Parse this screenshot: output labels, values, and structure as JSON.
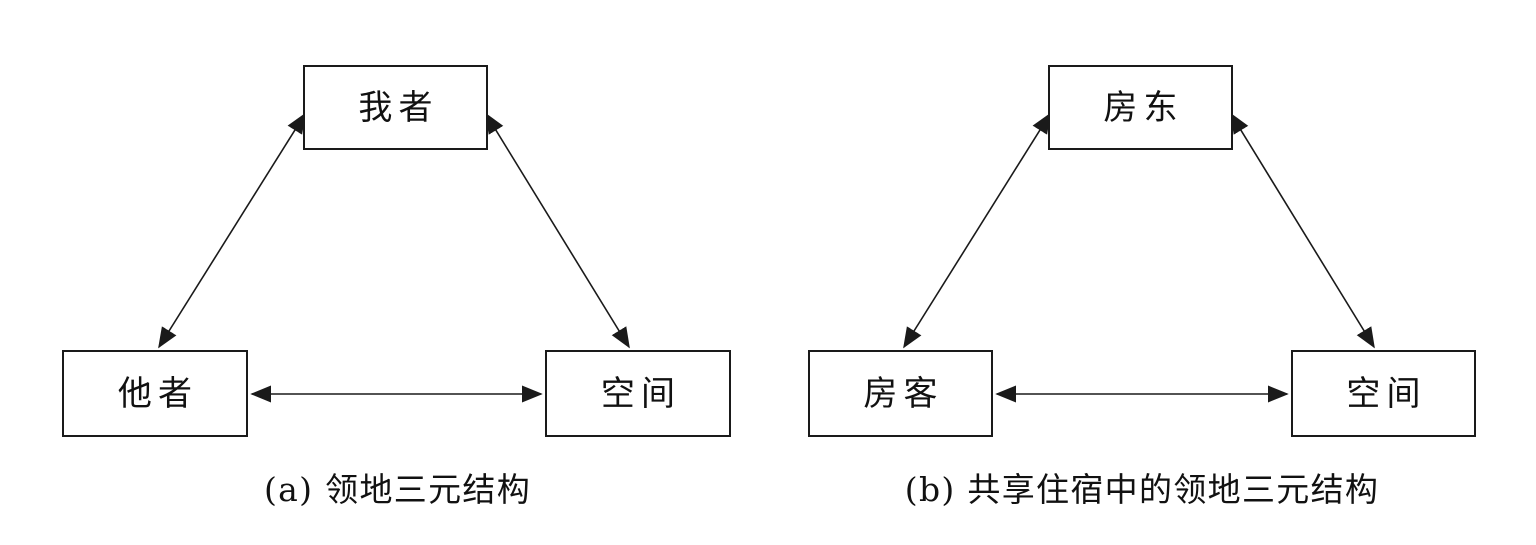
{
  "figure": {
    "background": "#ffffff",
    "line_color": "#1a1a1a",
    "text_color": "#111111"
  },
  "diagrams": [
    {
      "id": "a",
      "caption": "(a) 领地三元结构",
      "nodes": {
        "top": {
          "label": "我者"
        },
        "bottom_left": {
          "label": "他者"
        },
        "bottom_right": {
          "label": "空间"
        }
      },
      "edges": [
        {
          "from": "top",
          "to": "bottom_left",
          "type": "double-arrow"
        },
        {
          "from": "top",
          "to": "bottom_right",
          "type": "double-arrow"
        },
        {
          "from": "bottom_left",
          "to": "bottom_right",
          "type": "double-arrow"
        }
      ]
    },
    {
      "id": "b",
      "caption": "(b) 共享住宿中的领地三元结构",
      "nodes": {
        "top": {
          "label": "房东"
        },
        "bottom_left": {
          "label": "房客"
        },
        "bottom_right": {
          "label": "空间"
        }
      },
      "edges": [
        {
          "from": "top",
          "to": "bottom_left",
          "type": "double-arrow"
        },
        {
          "from": "top",
          "to": "bottom_right",
          "type": "double-arrow"
        },
        {
          "from": "bottom_left",
          "to": "bottom_right",
          "type": "double-arrow"
        }
      ]
    }
  ]
}
